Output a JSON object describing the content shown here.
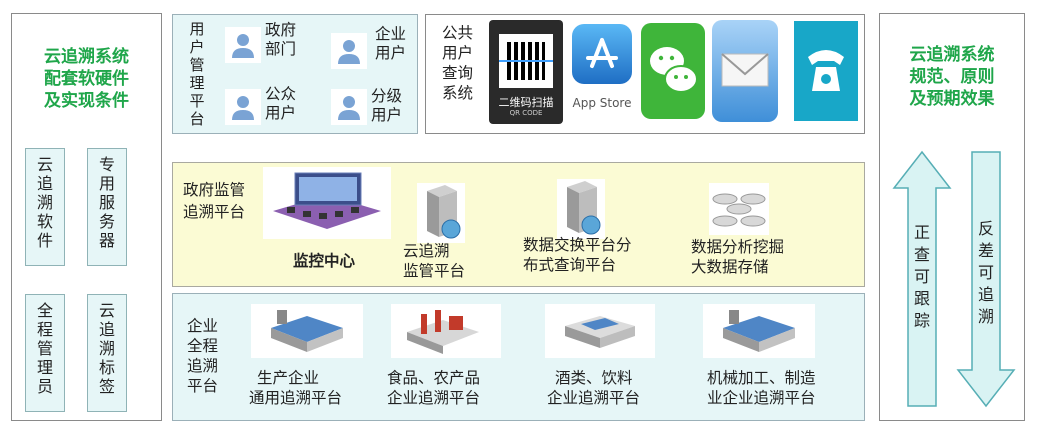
{
  "left_panel": {
    "title_lines": [
      "云追溯系统",
      "配套软硬件",
      "及实现条件"
    ],
    "tags": [
      "云追溯软件",
      "专用服务器",
      "全程管理员",
      "云追溯标签"
    ]
  },
  "user_mgmt": {
    "title": "用户管理平台",
    "users": [
      "政府部门",
      "企业用户",
      "公众用户",
      "分级用户"
    ]
  },
  "public_query": {
    "title": "公共用户查询系统",
    "apps": [
      {
        "icon": "qr-scan-icon",
        "label": "二维码扫描",
        "sublabel": "QR CODE"
      },
      {
        "icon": "app-store-icon",
        "label": "App Store"
      },
      {
        "icon": "wechat-icon"
      },
      {
        "icon": "mail-icon"
      },
      {
        "icon": "phone-icon"
      }
    ]
  },
  "gov_platform": {
    "title": "政府监管追溯平台",
    "items": [
      "监控中心",
      "云追溯监管平台",
      "数据交换平台分布式查询平台",
      "数据分析挖掘大数据存储"
    ],
    "item_lines": [
      [
        "监控中心"
      ],
      [
        "云追溯",
        "监管平台"
      ],
      [
        "数据交换平台分",
        "布式查询平台"
      ],
      [
        "数据分析挖掘",
        "大数据存储"
      ]
    ]
  },
  "enterprise_platform": {
    "title": "企业全程追溯平台",
    "item_lines": [
      [
        "生产企业",
        "通用追溯平台"
      ],
      [
        "食品、农产品",
        "企业追溯平台"
      ],
      [
        "酒类、饮料",
        "企业追溯平台"
      ],
      [
        "机械加工、制造",
        "业企业追溯平台"
      ]
    ]
  },
  "right_panel": {
    "title_lines": [
      "云追溯系统",
      "规范、原则",
      "及预期效果"
    ],
    "up_arrow": "正查可跟踪",
    "down_arrow": "反差可追溯"
  },
  "colors": {
    "green_text": "#1fa64a",
    "cyan_fill": "#e6f6f7",
    "yellow_fill": "#fbfbd4",
    "arrow_fill": "#d9f3f3",
    "arrow_stroke": "#56aeb5"
  }
}
